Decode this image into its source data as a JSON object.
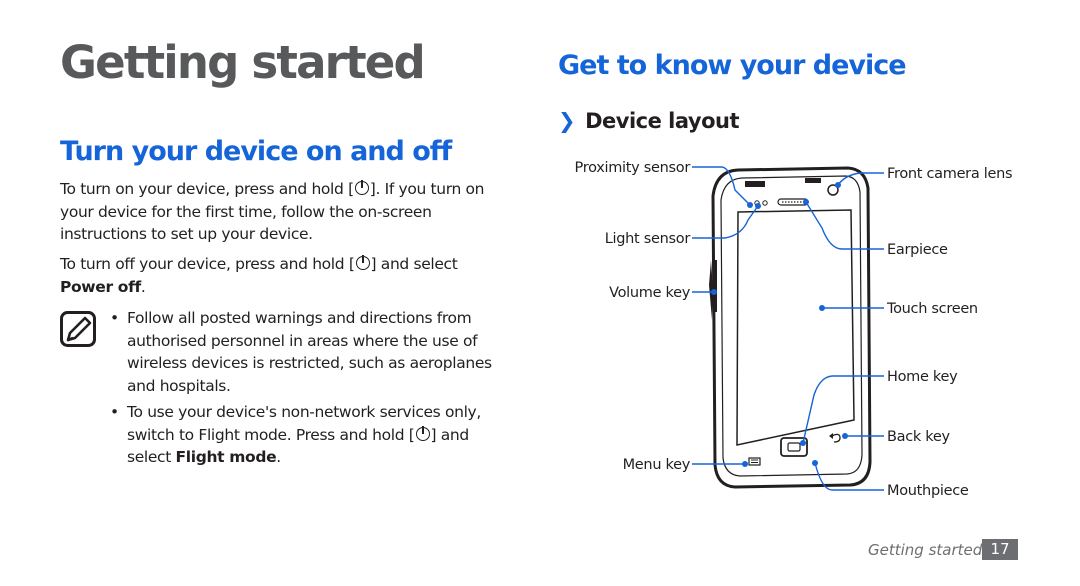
{
  "chapter_title": "Getting started",
  "left": {
    "section_title": "Turn your device on and off",
    "para1": {
      "before_icon": "To turn on your device, press and hold [",
      "after_icon": "]. If you turn on your device for the first time, follow the on-screen instructions to set up your device."
    },
    "para2": {
      "before_icon": "To turn off your device, press and hold [",
      "after_icon": "] and select ",
      "bold": "Power off",
      "end": "."
    },
    "note_icon": "pencil-note-icon",
    "notes": [
      {
        "text": "Follow all posted warnings and directions from authorised personnel in areas where the use of wireless devices is restricted, such as aeroplanes and hospitals."
      },
      {
        "before_icon": "To use your device's non-network services only, switch to Flight mode. Press and hold [",
        "after_icon": "] and select ",
        "bold": "Flight mode",
        "end": "."
      }
    ]
  },
  "right": {
    "section_title": "Get to know your device",
    "sub_chevron": "❯",
    "sub_heading": "Device layout",
    "callouts": {
      "proximity_sensor": "Proximity sensor",
      "light_sensor": "Light sensor",
      "volume_key": "Volume key",
      "menu_key": "Menu key",
      "front_camera_lens": "Front camera lens",
      "earpiece": "Earpiece",
      "touch_screen": "Touch screen",
      "home_key": "Home key",
      "back_key": "Back key",
      "mouthpiece": "Mouthpiece"
    }
  },
  "footer": {
    "chapter_label": "Getting started",
    "page_number": "17"
  },
  "colors": {
    "heading_blue": "#1565d8",
    "title_gray": "#58595b",
    "callout_line": "#1565d8",
    "page_badge": "#6d6e71"
  }
}
